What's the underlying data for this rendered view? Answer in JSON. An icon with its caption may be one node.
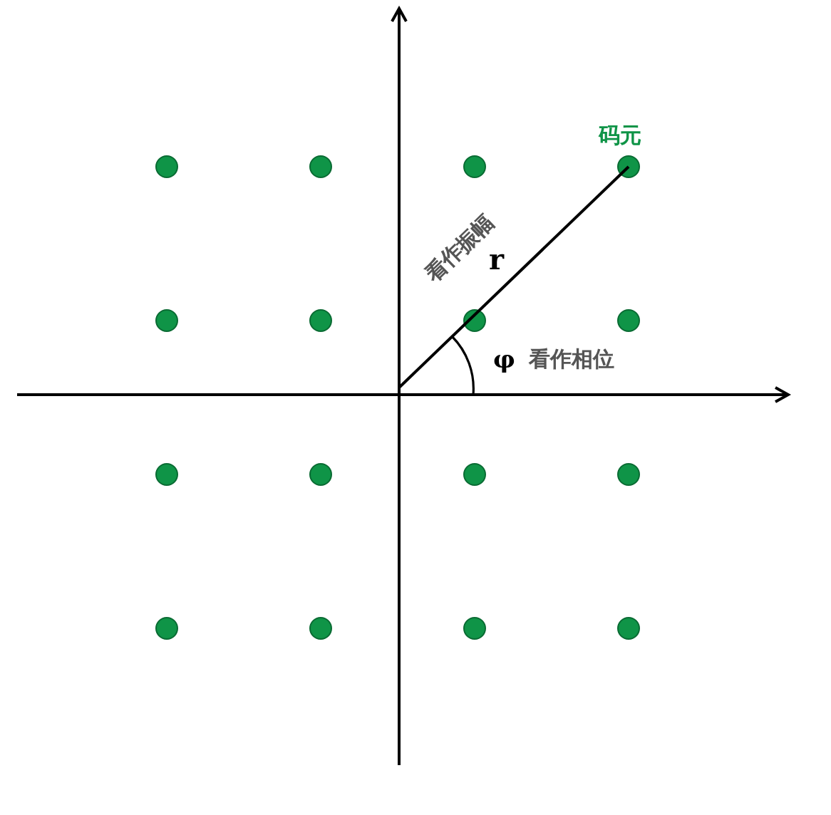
{
  "diagram": {
    "labels": [
      "码元",
      "看作振幅",
      "r",
      "φ",
      "看作相位"
    ]
  }
}
